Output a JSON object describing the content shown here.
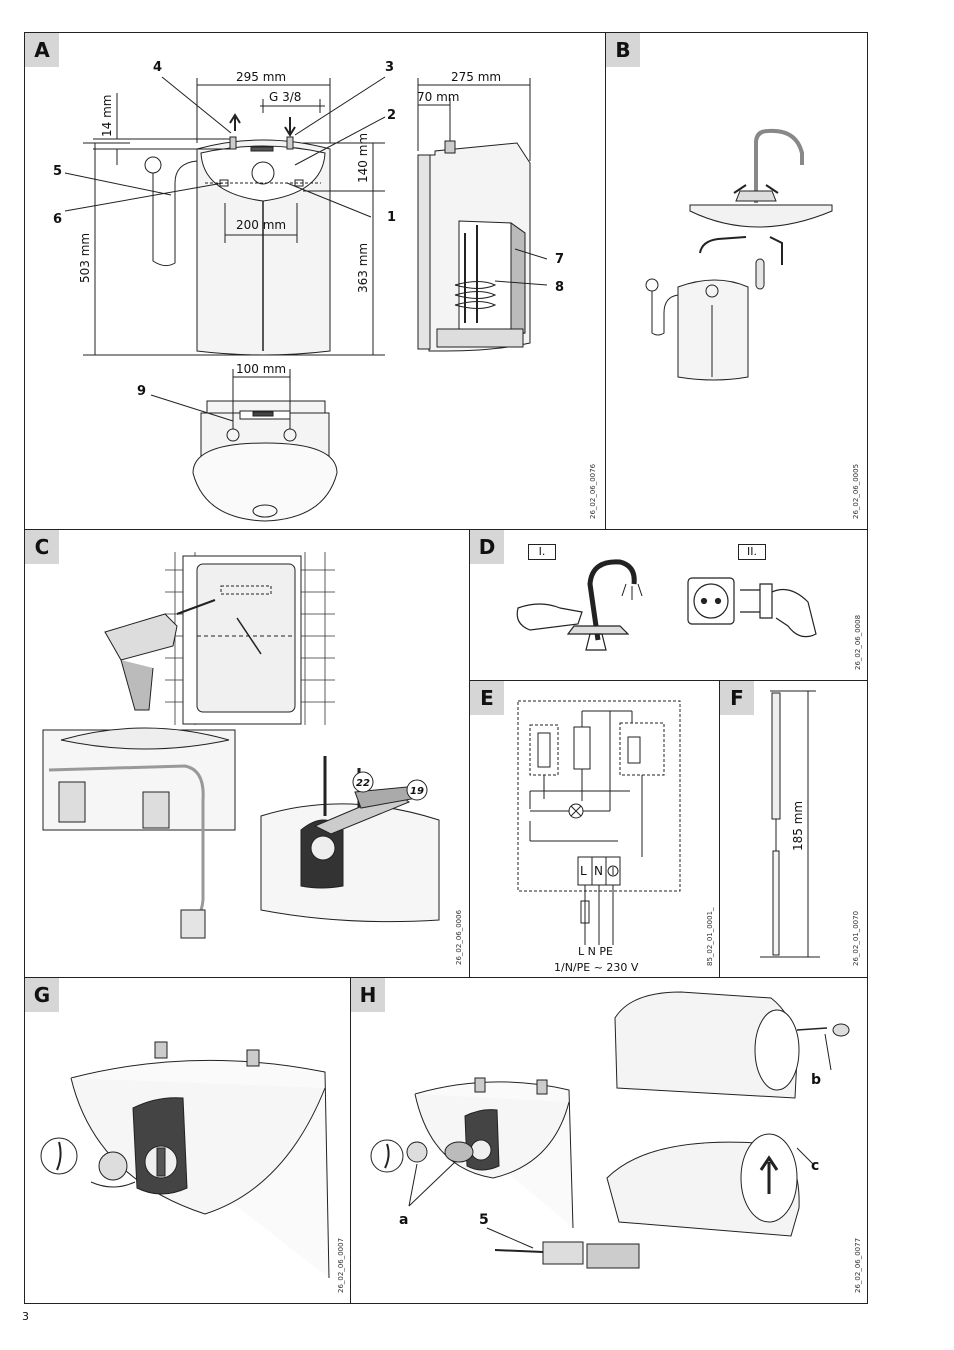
{
  "page_number": "3",
  "panels": {
    "A": {
      "label": "A",
      "code": "26_02_06_0076",
      "dims": {
        "w295": "295 mm",
        "g38": "G 3/8",
        "w275": "275 mm",
        "w70": "70 mm",
        "h14": "14 mm",
        "h140": "140 mm",
        "h503": "503 mm",
        "h363": "363 mm",
        "w200": "200 mm",
        "w100": "100 mm"
      },
      "callouts": [
        "1",
        "2",
        "3",
        "4",
        "5",
        "6",
        "7",
        "8",
        "9"
      ]
    },
    "B": {
      "label": "B",
      "code": "26_02_06_0005"
    },
    "C": {
      "label": "C",
      "code": "26_02_06_0006",
      "wrench_sizes": [
        "22",
        "19"
      ]
    },
    "D": {
      "label": "D",
      "code": "26_02_06_0008",
      "steps": [
        "I.",
        "II."
      ]
    },
    "E": {
      "label": "E",
      "code": "85_02_01_0001_",
      "terminals": [
        "L",
        "N"
      ],
      "supply_labels": "L  N PE",
      "supply_voltage": "1/N/PE ~ 230 V"
    },
    "F": {
      "label": "F",
      "code": "26_02_01_0070",
      "length": "185 mm"
    },
    "G": {
      "label": "G",
      "code": "26_02_06_0007"
    },
    "H": {
      "label": "H",
      "code": "26_02_06_0077",
      "callouts": [
        "b",
        "c",
        "a",
        "5"
      ]
    }
  }
}
